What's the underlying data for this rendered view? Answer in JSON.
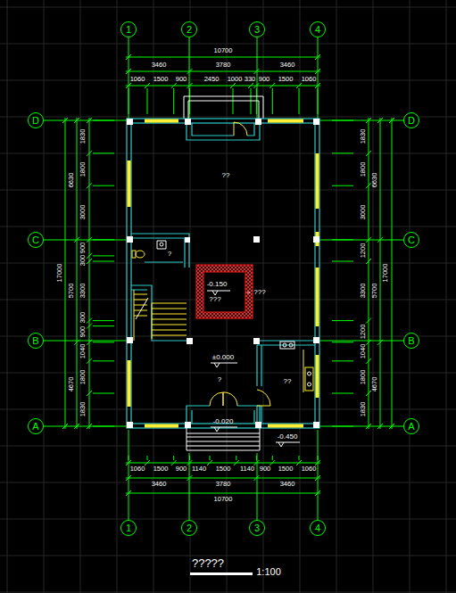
{
  "diagram": {
    "title": "?????",
    "nodes": [
      {
        "text": [
          "1"
        ]
      },
      {
        "text": [
          "2"
        ]
      },
      {
        "text": [
          "3"
        ]
      },
      {
        "text": [
          "4"
        ]
      },
      {
        "text": [
          "D"
        ]
      },
      {
        "text": [
          "D"
        ]
      },
      {
        "text": [
          "C"
        ]
      },
      {
        "text": [
          "C"
        ]
      },
      {
        "text": [
          "B"
        ]
      },
      {
        "text": [
          "B"
        ]
      },
      {
        "text": [
          "A"
        ]
      },
      {
        "text": [
          "A"
        ]
      },
      {
        "text": [
          "1"
        ]
      },
      {
        "text": [
          "2"
        ]
      },
      {
        "text": [
          "3"
        ]
      },
      {
        "text": [
          "4"
        ]
      }
    ],
    "labels": [
      "10700",
      "3460",
      "3780",
      "3460",
      "1060",
      "1500",
      "900",
      "2450",
      "1000",
      "330",
      "900",
      "1500",
      "1060",
      "??",
      "?",
      "-0.150",
      "???",
      "???",
      "±0.000",
      "?",
      "??",
      "-0.020",
      "-0.450",
      "1060",
      "1500",
      "900",
      "1140",
      "1500",
      "1140",
      "900",
      "1500",
      "1060",
      "3460",
      "3780",
      "3460",
      "10700",
      "1830",
      "1800",
      "3000",
      "900",
      "300",
      "3300",
      "300",
      "900",
      "1040",
      "1800",
      "1830",
      "6630",
      "5700",
      "4670",
      "17000",
      "1830",
      "1800",
      "3000",
      "1200",
      "3300",
      "1200",
      "1040",
      "1800",
      "1830",
      "6630",
      "5700",
      "4670",
      "17000",
      "1:100"
    ]
  }
}
